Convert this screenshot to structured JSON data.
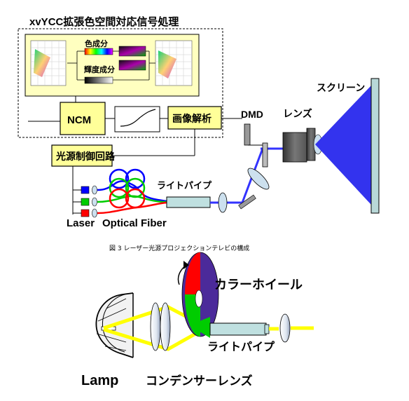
{
  "top": {
    "title": "xvYCC拡張色空間対応信号処理",
    "color_component": "色成分",
    "luma_component": "輝度成分",
    "ncm": "NCM",
    "image_analysis": "画像解析",
    "light_control": "光源制御回路",
    "dmd": "DMD",
    "lens": "レンズ",
    "screen": "スクリーン",
    "light_pipe": "ライトパイプ",
    "laser": "Laser",
    "optical_fiber": "Optical Fiber",
    "caption": "図 3  レーザー光源プロジェクションテレビの構成"
  },
  "bottom": {
    "color_wheel": "カラーホイール",
    "light_pipe": "ライトパイプ",
    "lamp": "Lamp",
    "condenser": "コンデンサーレンズ"
  },
  "colors": {
    "panel": "#ffffc0",
    "box_fill": "#ffff99",
    "blue_beam": "#3333ff",
    "pipe_fill": "#bfe0e0",
    "yellow_beam": "#ffff00",
    "red": "#ff0000",
    "green": "#00cc00",
    "blue": "#0000ff",
    "purple": "#4b2a9a"
  }
}
